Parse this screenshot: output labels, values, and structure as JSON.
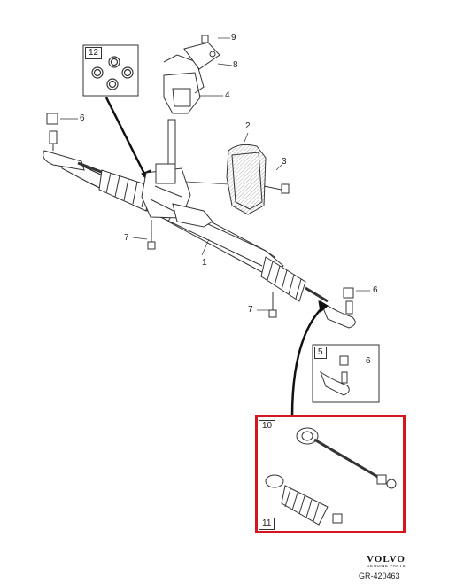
{
  "callouts": {
    "c1": "1",
    "c2": "2",
    "c3": "3",
    "c4": "4",
    "c5": "5",
    "c6a": "6",
    "c6b": "6",
    "c6c": "6",
    "c7a": "7",
    "c7b": "7",
    "c8": "8",
    "c9": "9",
    "c10": "10",
    "c11": "11",
    "c12": "12"
  },
  "brand": {
    "name": "VOLVO",
    "subtitle": "GENUINE PARTS",
    "code": "GR-420463"
  },
  "colors": {
    "highlight": "#d5161f",
    "line": "#333333"
  }
}
